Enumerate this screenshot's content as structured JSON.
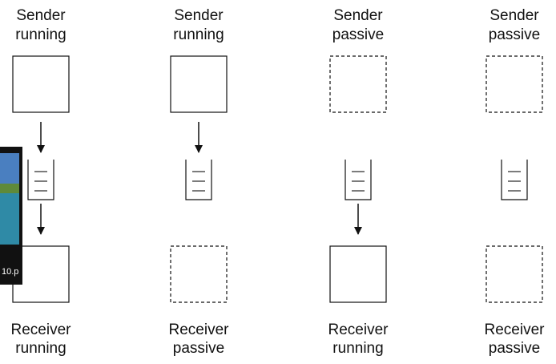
{
  "columns": [
    {
      "sender": {
        "line1": "Sender",
        "line2": "running",
        "state": "running"
      },
      "arrow_to_queue": true,
      "arrow_to_receiver": true,
      "receiver": {
        "line1": "Receiver",
        "line2": "running",
        "state": "running"
      }
    },
    {
      "sender": {
        "line1": "Sender",
        "line2": "running",
        "state": "running"
      },
      "arrow_to_queue": true,
      "arrow_to_receiver": false,
      "receiver": {
        "line1": "Receiver",
        "line2": "passive",
        "state": "passive"
      }
    },
    {
      "sender": {
        "line1": "Sender",
        "line2": "passive",
        "state": "passive"
      },
      "arrow_to_queue": false,
      "arrow_to_receiver": true,
      "receiver": {
        "line1": "Receiver",
        "line2": "running",
        "state": "running"
      }
    },
    {
      "sender": {
        "line1": "Sender",
        "line2": "passive",
        "state": "passive"
      },
      "arrow_to_queue": false,
      "arrow_to_receiver": false,
      "receiver": {
        "line1": "Receiver",
        "line2": "passive",
        "state": "passive"
      }
    }
  ],
  "thumbnail": {
    "caption": "10.p",
    "colors": {
      "sky": "#4a7fc0",
      "water": "#2f8aa6",
      "trees": "#5f8a3a",
      "frame": "#111111"
    }
  },
  "colors": {
    "stroke": "#111111",
    "text": "#111111",
    "background": "#ffffff"
  }
}
